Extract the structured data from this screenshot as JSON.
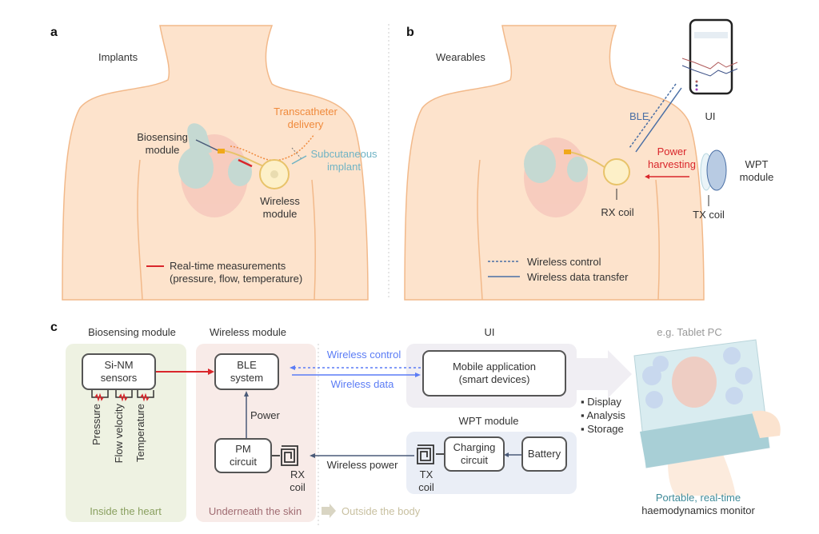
{
  "panel_a": {
    "letter": "a",
    "title": "Implants",
    "biosensing": [
      "Biosensing",
      "module"
    ],
    "transcatheter": [
      "Transcatheter",
      "delivery"
    ],
    "subcutaneous": [
      "Subcutaneous",
      "implant"
    ],
    "wireless": [
      "Wireless",
      "module"
    ],
    "legend": [
      "Real-time measurements",
      "(pressure, flow, temperature)"
    ]
  },
  "panel_b": {
    "letter": "b",
    "title": "Wearables",
    "ble": "BLE",
    "ui": "UI",
    "power": [
      "Power",
      "harvesting"
    ],
    "wpt": [
      "WPT",
      "module"
    ],
    "rx": "RX coil",
    "tx": "TX coil",
    "legend_control": "Wireless control",
    "legend_data": "Wireless data transfer"
  },
  "panel_c": {
    "letter": "c",
    "headers": {
      "bio": "Biosensing module",
      "wireless": "Wireless module",
      "ui": "UI",
      "tablet": "e.g. Tablet PC",
      "wpt": "WPT module"
    },
    "sensor_box": [
      "Si-NM",
      "sensors"
    ],
    "sensors": [
      "Pressure",
      "Flow velocity",
      "Temperature"
    ],
    "ble_box": [
      "BLE",
      "system"
    ],
    "power": "Power",
    "pm_box": [
      "PM",
      "circuit"
    ],
    "rx": [
      "RX",
      "coil"
    ],
    "wireless_control": "Wireless control",
    "wireless_data": "Wireless data",
    "wireless_power": "Wireless power",
    "mobile_box": [
      "Mobile application",
      "(smart devices)"
    ],
    "charging_box": [
      "Charging",
      "circuit"
    ],
    "battery_box": "Battery",
    "tx": [
      "TX",
      "coil"
    ],
    "bullets": [
      "Display",
      "Analysis",
      "Storage"
    ],
    "locations": [
      "Inside the heart",
      "Underneath the skin",
      "Outside the body"
    ],
    "monitor": [
      "Portable, real-time",
      "haemodynamics monitor"
    ]
  },
  "colors": {
    "skin": "#fde3cc",
    "skin_outline": "#f2b98a",
    "red": "#d9262b",
    "orange": "#f08a3c",
    "teal": "#6fb3c4",
    "blue": "#4a6fa5",
    "light_blue": "#5b7cf5",
    "green_region": "#eef2e2",
    "pink_region": "#f8ebe8",
    "gray_region": "#f0eef3",
    "wpt_region": "#eaeef6"
  }
}
